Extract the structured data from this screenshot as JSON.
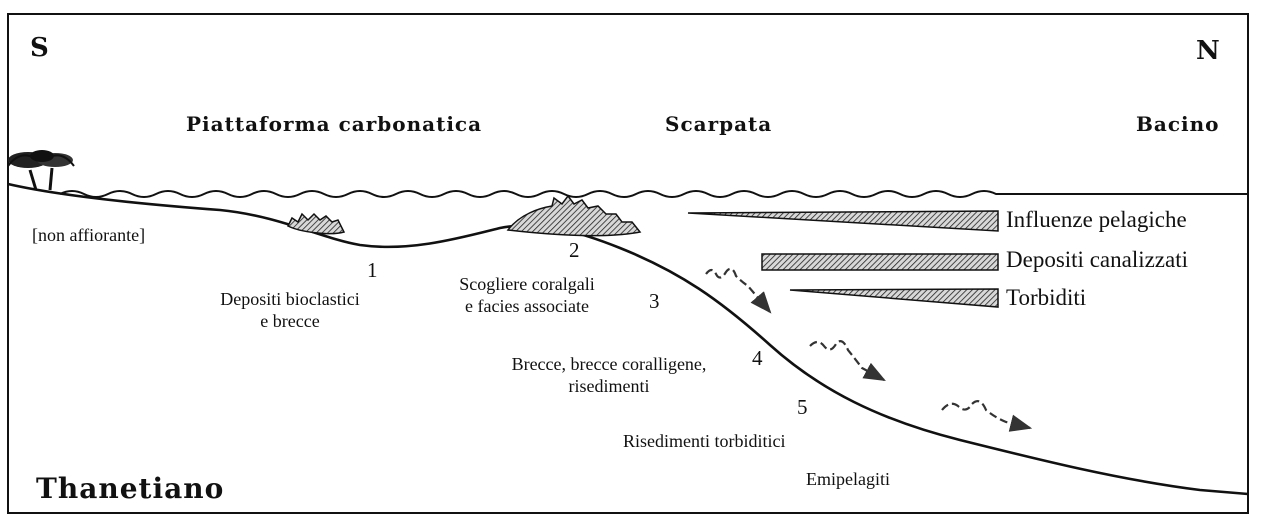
{
  "directions": {
    "south": "S",
    "north": "N"
  },
  "zones": {
    "platform": "Piattaforma carbonatica",
    "slope": "Scarpata",
    "basin": "Bacino"
  },
  "labels": {
    "non_outcropping": "[non affiorante]",
    "zone1": {
      "number": "1",
      "line1": "Depositi bioclastici",
      "line2": "e brecce"
    },
    "zone2": {
      "number": "2",
      "line1": "Scogliere coralgali",
      "line2": "e facies associate"
    },
    "zone3": {
      "number": "3"
    },
    "zone4": {
      "number": "4",
      "line1": "Brecce, brecce coralligene,",
      "line2": "risedimenti"
    },
    "zone5": {
      "number": "5",
      "line1": "Risedimenti torbiditici"
    },
    "emipelagiti": "Emipelagiti"
  },
  "legend": {
    "pelagic": "Influenze pelagiche",
    "channelized": "Depositi canalizzati",
    "turbidites": "Torbiditi"
  },
  "age": "Thanetiano"
}
